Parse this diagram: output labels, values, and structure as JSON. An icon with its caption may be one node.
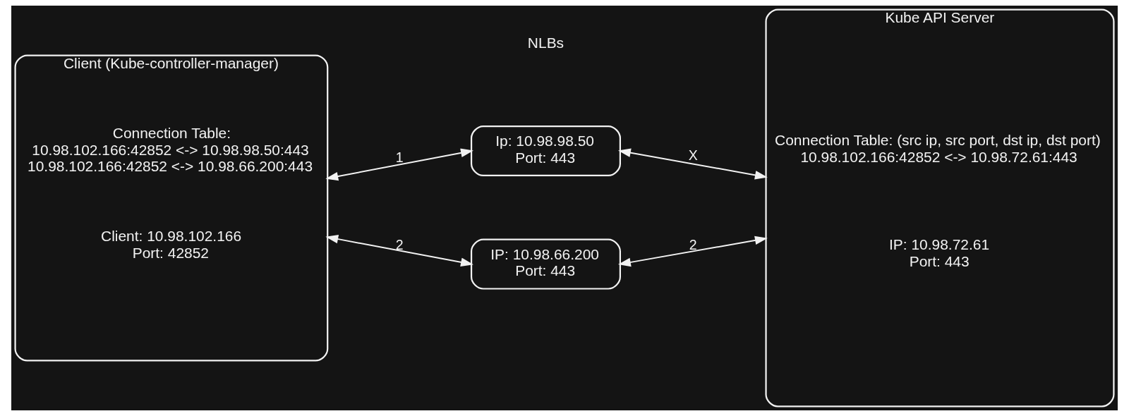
{
  "diagram": {
    "nodes": [
      {
        "text": [
          "Client (Kube-controller-manager)",
          "Connection Table:",
          "10.98.102.166:42852 <-> 10.98.98.50:443 10.98.102.166:42852 <-> 10.98.66.200:443",
          "Client: 10.98.102.166 Port: 42852"
        ]
      },
      {
        "text": [
          "Ip: 10.98.98.50 Port: 443"
        ]
      },
      {
        "text": [
          "IP: 10.98.66.200 Port: 443"
        ]
      },
      {
        "text": [
          "Kube API Server",
          "Connection Table: (src ip, src port, dst ip, dst port)",
          "10.98.102.166:42852 <-> 10.98.72.61:443",
          "IP: 10.98.72.61 Port: 443"
        ]
      }
    ],
    "edges": [
      {
        "from": 0,
        "to": 1,
        "arrow": "both",
        "label": "1"
      },
      {
        "from": 0,
        "to": 2,
        "arrow": "both",
        "label": "2"
      },
      {
        "from": 1,
        "to": 3,
        "arrow": "both",
        "label": "X"
      },
      {
        "from": 2,
        "to": 3,
        "arrow": "both",
        "label": "2"
      }
    ],
    "labels": [
      "NLBs"
    ]
  }
}
